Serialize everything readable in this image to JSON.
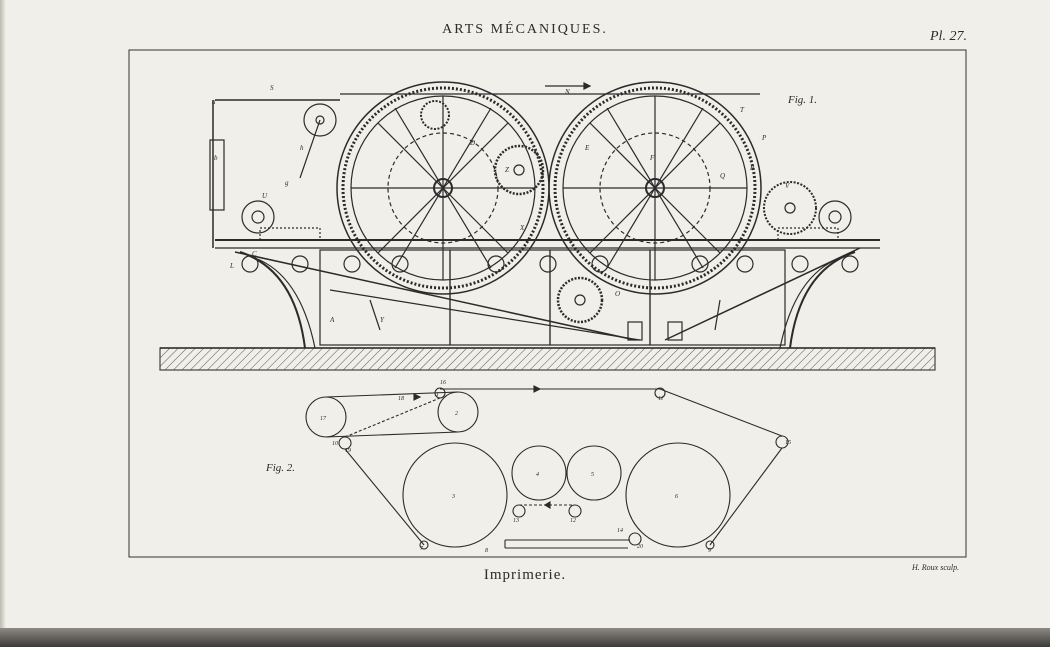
{
  "plate": {
    "header_title": "ARTS MÉCANIQUES.",
    "plate_number": "Pl. 27.",
    "caption": "Imprimerie.",
    "engraver": "H. Roux sculp."
  },
  "fig1": {
    "label": "Fig. 1.",
    "letters": [
      "S",
      "N",
      "T",
      "P",
      "Q",
      "R",
      "V",
      "U",
      "C",
      "L",
      "A",
      "Y",
      "X",
      "Z",
      "O",
      "D",
      "E",
      "F",
      "g",
      "h",
      "a",
      "b"
    ]
  },
  "fig2": {
    "label": "Fig. 2.",
    "roller_numbers": [
      "1",
      "2",
      "3",
      "4",
      "5",
      "6",
      "7",
      "8",
      "9",
      "10",
      "11",
      "12",
      "13",
      "14",
      "15",
      "16",
      "17",
      "18",
      "19",
      "20"
    ]
  },
  "colors": {
    "paper": "#f1efea",
    "ink": "#2b2b2b"
  }
}
